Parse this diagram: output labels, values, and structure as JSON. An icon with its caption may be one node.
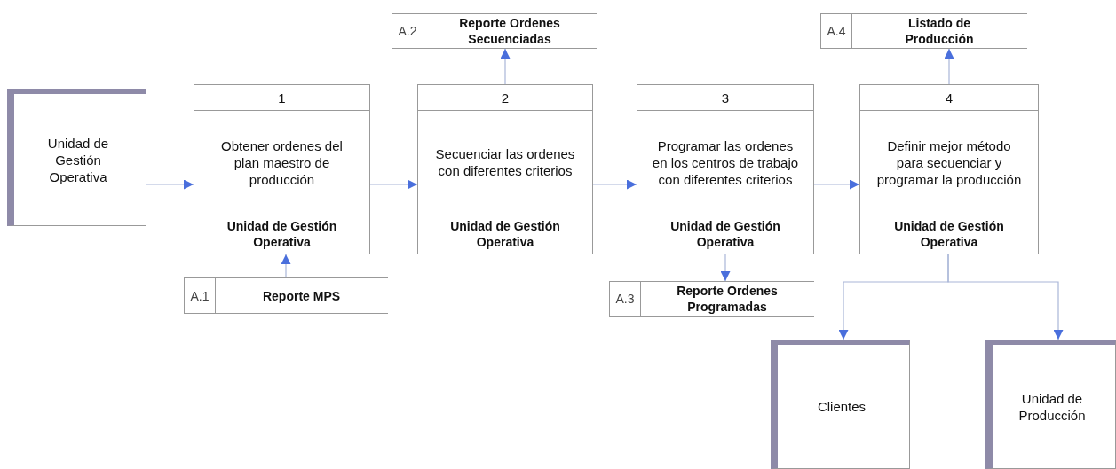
{
  "diagram": {
    "nodes": [
      {
        "text": [
          "Unidad de Gestión Operativa"
        ]
      },
      {
        "text": [
          "1",
          "Obtener ordenes del plan maestro de producción",
          "Unidad de Gestión Operativa"
        ]
      },
      {
        "text": [
          "2",
          "Secuenciar las ordenes con diferentes criterios",
          "Unidad de Gestión Operativa"
        ]
      },
      {
        "text": [
          "3",
          "Programar las ordenes en los centros de trabajo con diferentes criterios",
          "Unidad de Gestión Operativa"
        ]
      },
      {
        "text": [
          "4",
          "Definir mejor método para secuenciar y programar la producción",
          "Unidad de Gestión Operativa"
        ]
      },
      {
        "text": [
          "A.1",
          "Reporte MPS"
        ]
      },
      {
        "text": [
          "A.2",
          "Reporte Ordenes Secuenciadas"
        ]
      },
      {
        "text": [
          "A.3",
          "Reporte Ordenes Programadas"
        ]
      },
      {
        "text": [
          "A.4",
          "Listado de Producción"
        ]
      },
      {
        "text": [
          "Clientes"
        ]
      },
      {
        "text": [
          "Unidad de Producción"
        ]
      }
    ],
    "edges": [
      {
        "from": 0,
        "to": 1,
        "arrow": "to"
      },
      {
        "from": 1,
        "to": 2,
        "arrow": "to"
      },
      {
        "from": 2,
        "to": 3,
        "arrow": "to"
      },
      {
        "from": 3,
        "to": 4,
        "arrow": "to"
      },
      {
        "from": 5,
        "to": 1,
        "arrow": "to"
      },
      {
        "from": 2,
        "to": 6,
        "arrow": "to"
      },
      {
        "from": 3,
        "to": 7,
        "arrow": "to"
      },
      {
        "from": 4,
        "to": 8,
        "arrow": "to"
      },
      {
        "from": 4,
        "to": 9,
        "arrow": "to"
      },
      {
        "from": 4,
        "to": 10,
        "arrow": "to"
      }
    ]
  }
}
